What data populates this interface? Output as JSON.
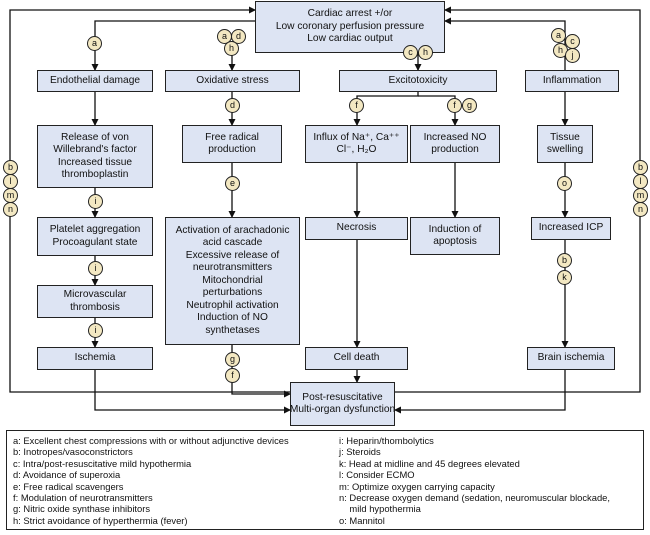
{
  "boxes": {
    "top": [
      "Cardiac arrest +/or",
      "Low coronary perfusion pressure",
      "Low cardiac output"
    ],
    "endothelial": [
      "Endothelial damage"
    ],
    "oxidative": [
      "Oxidative stress"
    ],
    "excitotoxicity": [
      "Excitotoxicity"
    ],
    "inflammation": [
      "Inflammation"
    ],
    "vonwillebrand": [
      "Release of von",
      "Willebrand's factor",
      "Increased tissue",
      "thromboplastin"
    ],
    "freeradical": [
      "Free radical",
      "production"
    ],
    "influx": [
      "Influx of Na⁺, Ca⁺⁺",
      "Cl⁻, H₂O"
    ],
    "no_production": [
      "Increased NO",
      "production"
    ],
    "tissue_swelling": [
      "Tissue",
      "swelling"
    ],
    "platelet": [
      "Platelet aggregation",
      "Procoagulant state"
    ],
    "arachidonic": [
      "Activation of arachadonic",
      "acid cascade",
      "Excessive release of",
      "neurotransmitters",
      "Mitochondrial",
      "perturbations",
      "Neutrophil activation",
      "Induction of NO",
      "synthetases"
    ],
    "necrosis": [
      "Necrosis"
    ],
    "apoptosis": [
      "Induction of",
      "apoptosis"
    ],
    "icp": [
      "Increased ICP"
    ],
    "microvascular": [
      "Microvascular",
      "thrombosis"
    ],
    "ischemia": [
      "Ischemia"
    ],
    "celldeath": [
      "Cell death"
    ],
    "brainischemia": [
      "Brain ischemia"
    ],
    "postresus": [
      "Post-resuscitative",
      "Multi-organ dysfunction"
    ]
  },
  "circles": {
    "c_a": "a",
    "c_ox_a": "a",
    "c_ox_d": "d",
    "c_ox_h": "h",
    "c_ex_c": "c",
    "c_ex_h": "h",
    "c_in_a": "a",
    "c_in_c": "c",
    "c_in_h": "h",
    "c_in_j": "j",
    "c_d": "d",
    "c_f1": "f",
    "c_f2": "f",
    "c_g1": "g",
    "c_i1": "i",
    "c_i2": "i",
    "c_i3": "i",
    "c_e": "e",
    "c_o": "o",
    "c_b": "b",
    "c_k": "k",
    "c_g2": "g",
    "c_f3": "f",
    "c_l_b": "b",
    "c_l_l": "l",
    "c_l_m": "m",
    "c_l_n": "n",
    "c_r_b": "b",
    "c_r_l": "l",
    "c_r_m": "m",
    "c_r_n": "n"
  },
  "legend": {
    "left": [
      "a: Excellent chest compressions with or without adjunctive devices",
      "b: Inotropes/vasoconstrictors",
      "c: Intra/post-resuscitative mild hypothermia",
      "d: Avoidance of superoxia",
      "e: Free radical scavengers",
      "f: Modulation of neurotransmitters",
      "g: Nitric oxide synthase inhibitors",
      "h: Strict avoidance of hyperthermia (fever)"
    ],
    "right": [
      "i: Heparin/thombolytics",
      "j: Steroids",
      "k: Head at midline and 45 degrees elevated",
      "l: Consider ECMO",
      "m: Optimize oxygen carrying capacity",
      "n: Decrease oxygen demand (sedation, neuromuscular blockade,",
      "    mild hypothermia",
      "o: Mannitol"
    ]
  }
}
